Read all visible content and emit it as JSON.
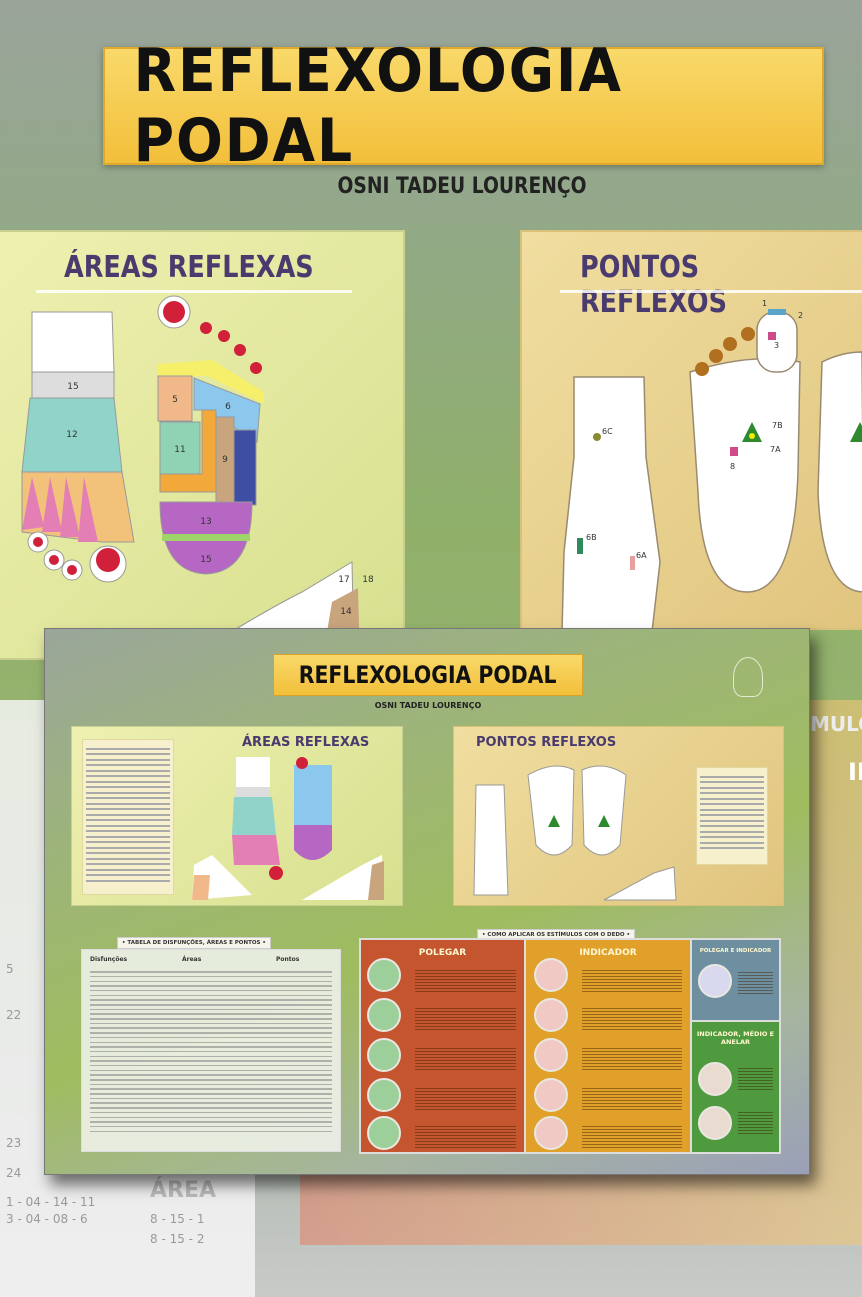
{
  "title": "REFLEXOLOGIA PODAL",
  "author": "OSNI TADEU LOURENÇO",
  "areas_panel": {
    "title": "ÁREAS REFLEXAS",
    "labels": {
      "a15": "15",
      "a12": "12",
      "a5": "5",
      "a6": "6",
      "a11": "11",
      "a9": "9",
      "a13": "13",
      "a15b": "15",
      "a17": "17",
      "a18": "18",
      "a14": "14"
    }
  },
  "pontos_panel": {
    "title": "PONTOS REFLEXOS",
    "labels": {
      "p1": "1",
      "p2": "2",
      "p3": "3",
      "p6c": "6C",
      "p6b": "6B",
      "p6a": "6A",
      "p7b": "7B",
      "p7a": "7A",
      "p8": "8"
    }
  },
  "background_fragments": {
    "left_heading": "ÁREA",
    "right_heading": "MULOS",
    "right_sub": "IN",
    "rows": [
      "8 - 15 - 1",
      "8 - 15 - 2",
      "5",
      "22",
      "23",
      "24",
      "1 - 04 - 14 - 11",
      "3 - 04 - 08 - 6"
    ]
  },
  "inset": {
    "title": "REFLEXOLOGIA PODAL",
    "author": "OSNI TADEU LOURENÇO",
    "areas_title": "ÁREAS REFLEXAS",
    "pontos_title": "PONTOS REFLEXOS",
    "table_caption": "• TABELA DE DISFUNÇÕES, ÁREAS E PONTOS •",
    "table_headers": [
      "Disfunções",
      "Áreas",
      "Pontos"
    ],
    "como_caption": "• COMO APLICAR OS ESTÍMULOS COM O DEDO •",
    "columns": [
      "POLEGAR",
      "INDICADOR",
      "POLEGAR E INDICADOR",
      "INDICADOR, MÉDIO E ANELAR"
    ],
    "colors": {
      "polegar": "#c4552e",
      "indicador": "#e0a02a",
      "polegar_indicador": "#6e8fa0",
      "indicador_medio": "#4f9a3e"
    }
  }
}
